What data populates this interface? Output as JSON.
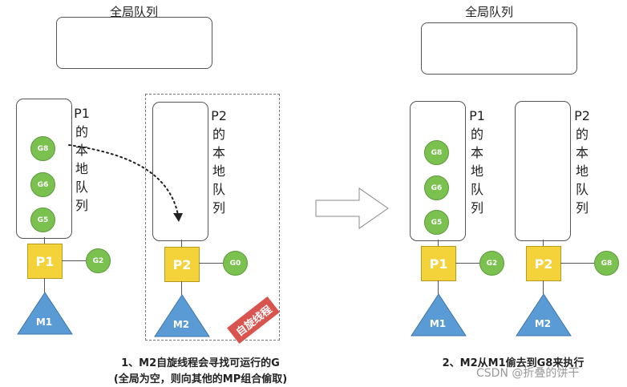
{
  "left": {
    "global_queue_title": "全局队列",
    "p1": {
      "queue_label": [
        "P1",
        "的",
        "本",
        "地",
        "队",
        "列"
      ],
      "goroutines": [
        "G8",
        "G6",
        "G5"
      ],
      "p_label": "P1",
      "running_g": "G2",
      "m_label": "M1"
    },
    "p2": {
      "queue_label": [
        "P2",
        "的",
        "本",
        "地",
        "队",
        "列"
      ],
      "p_label": "P2",
      "running_g": "G0",
      "m_label": "M2",
      "spinning_tag": "自旋线程"
    },
    "caption_line1": "1、M2自旋线程会寻找可运行的G",
    "caption_line2": "(全局为空，则向其他的MP组合偷取)"
  },
  "right": {
    "global_queue_title": "全局队列",
    "p1": {
      "queue_label": [
        "P1",
        "的",
        "本",
        "地",
        "队",
        "列"
      ],
      "goroutines": [
        "G8",
        "G6",
        "G5"
      ],
      "p_label": "P1",
      "running_g": "G2",
      "m_label": "M1"
    },
    "p2": {
      "queue_label": [
        "P2",
        "的",
        "本",
        "地",
        "队",
        "列"
      ],
      "p_label": "P2",
      "running_g": "G8",
      "m_label": "M2"
    },
    "caption": "2、M2从M1偷去到G8来执行"
  },
  "watermark": "CSDN @折叠的饼干",
  "colors": {
    "goroutine": "#7bc150",
    "processor": "#f4d33a",
    "machine": "#5b9bd5",
    "spinning_tag": "#d9534f"
  }
}
